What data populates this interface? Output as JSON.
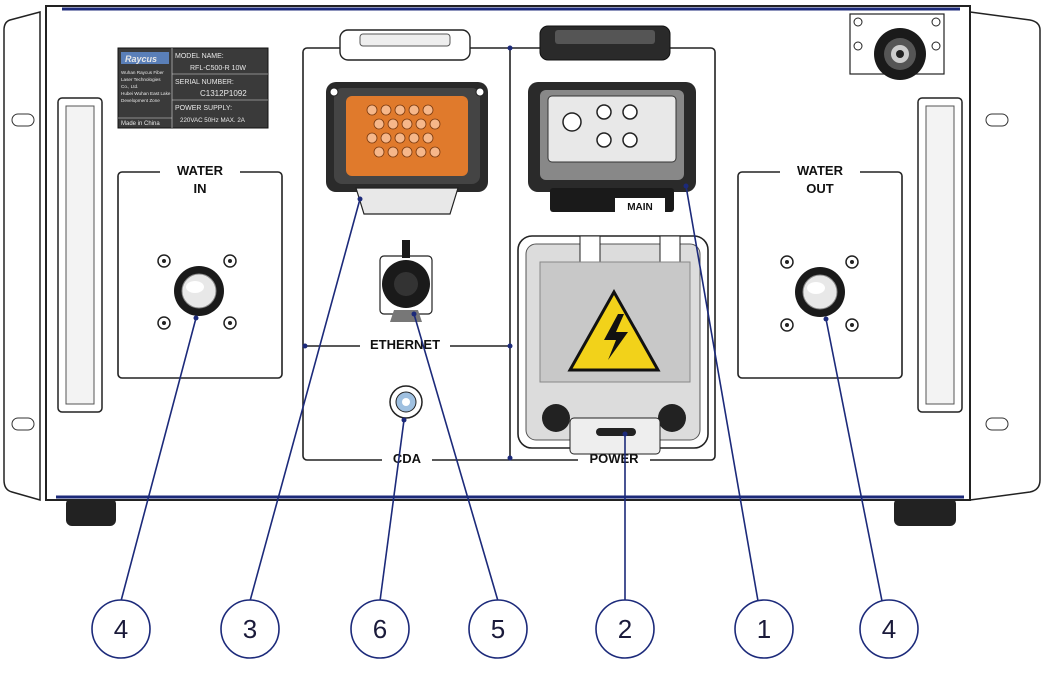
{
  "nameplate": {
    "brand": "Raycus",
    "company_lines": [
      "Wuhan Raycus Fiber",
      "Laser Technologies",
      "Co., Ltd.",
      "Hubei Wuhan East Lake",
      "Development Zone"
    ],
    "made_in": "Made in China",
    "model_name_label": "MODEL NAME:",
    "model_name_value": "RFL-C500-R 10W",
    "serial_label": "SERIAL NUMBER:",
    "serial_value": "C1312P1092",
    "power_label": "POWER SUPPLY:",
    "power_value": "220VAC 50Hz MAX. 2A"
  },
  "labels": {
    "water_in_line1": "WATER",
    "water_in_line2": "IN",
    "water_out_line1": "WATER",
    "water_out_line2": "OUT",
    "ethernet": "ETHERNET",
    "cda": "CDA",
    "power": "POWER",
    "main": "MAIN"
  },
  "callouts": [
    {
      "id": "callout-water-in",
      "number": "4"
    },
    {
      "id": "callout-interface",
      "number": "3"
    },
    {
      "id": "callout-cda",
      "number": "6"
    },
    {
      "id": "callout-ethernet",
      "number": "5"
    },
    {
      "id": "callout-power",
      "number": "2"
    },
    {
      "id": "callout-main",
      "number": "1"
    },
    {
      "id": "callout-water-out",
      "number": "4"
    }
  ],
  "colors": {
    "panel_outline": "#1a1a1a",
    "accent_blue": "#1c2a7a",
    "connector_orange": "#e07a2c",
    "warning_yellow": "#f2d21a",
    "nameplate_bg": "#3a3a3a"
  }
}
